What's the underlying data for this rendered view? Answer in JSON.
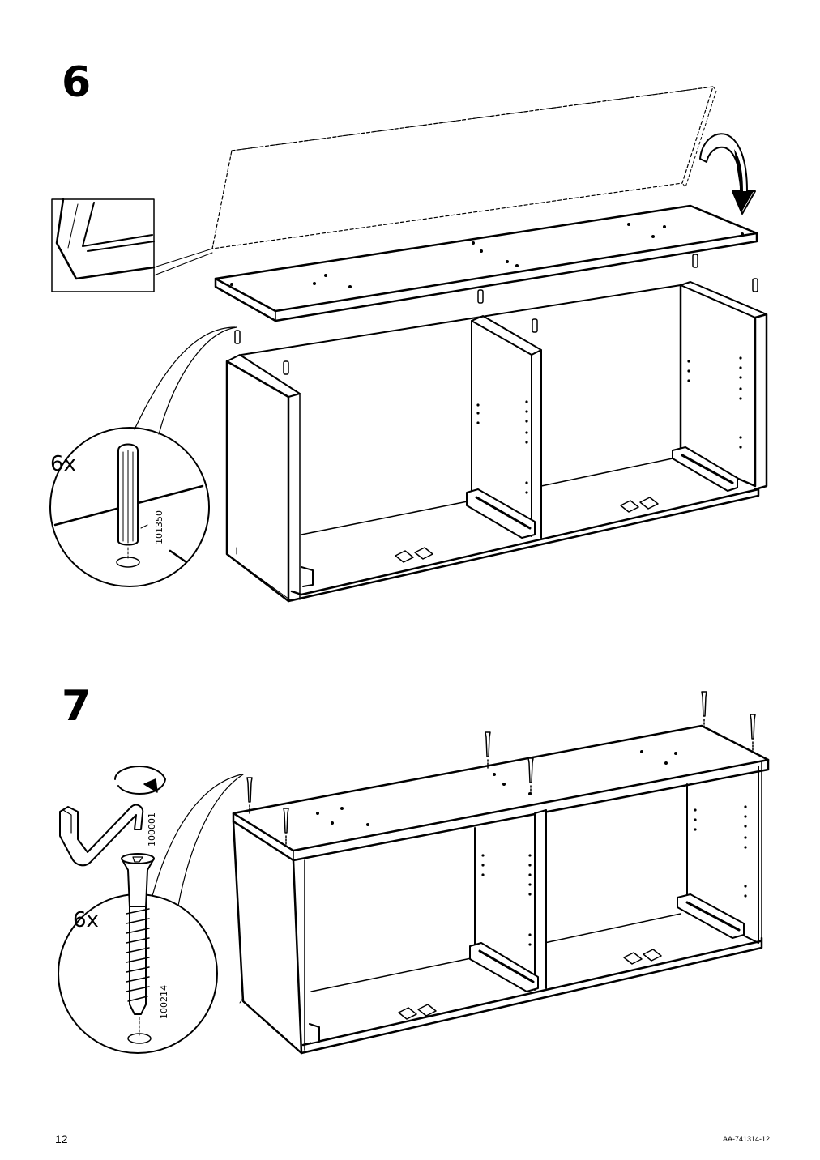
{
  "page": {
    "number": "12",
    "doc_id": "AA-741314-12"
  },
  "steps": [
    {
      "number": "6",
      "quantity": "6x",
      "part_number": "101350"
    },
    {
      "number": "7",
      "quantity": "6x",
      "part_numbers": [
        "100001",
        "100214"
      ]
    }
  ]
}
